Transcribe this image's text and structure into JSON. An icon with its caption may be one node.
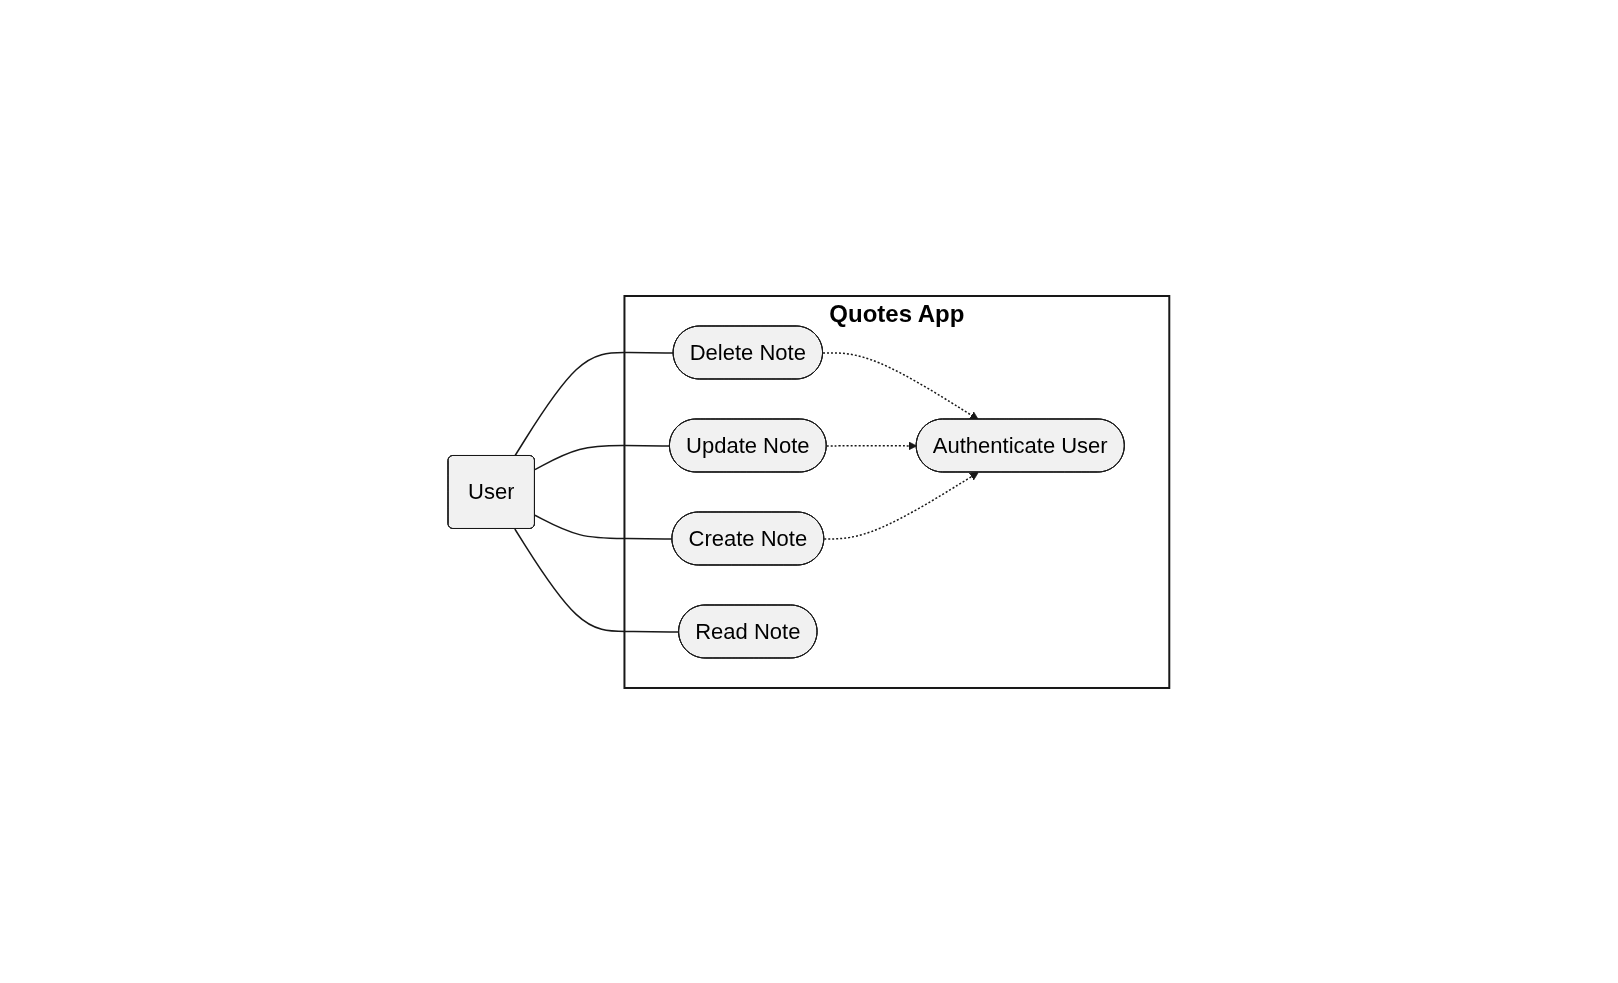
{
  "diagram": {
    "nodes": [
      {
        "text": [
          "User"
        ]
      },
      {
        "text": [
          "Quotes App"
        ]
      },
      {
        "text": [
          "Delete Note"
        ],
        "in": 1
      },
      {
        "text": [
          "Update Note"
        ],
        "in": 1
      },
      {
        "text": [
          "Create Note"
        ],
        "in": 1
      },
      {
        "text": [
          "Read Note"
        ],
        "in": 1
      },
      {
        "text": [
          "Authenticate User"
        ],
        "in": 1
      }
    ],
    "edges": [
      {
        "from": 0,
        "to": 2,
        "arrow": "none"
      },
      {
        "from": 0,
        "to": 3,
        "arrow": "none"
      },
      {
        "from": 0,
        "to": 4,
        "arrow": "none"
      },
      {
        "from": 0,
        "to": 5,
        "arrow": "none"
      },
      {
        "from": 2,
        "to": 6,
        "arrow": "to",
        "style": "dashed"
      },
      {
        "from": 3,
        "to": 6,
        "arrow": "to",
        "style": "dashed"
      },
      {
        "from": 4,
        "to": 6,
        "arrow": "to",
        "style": "dashed"
      }
    ]
  }
}
